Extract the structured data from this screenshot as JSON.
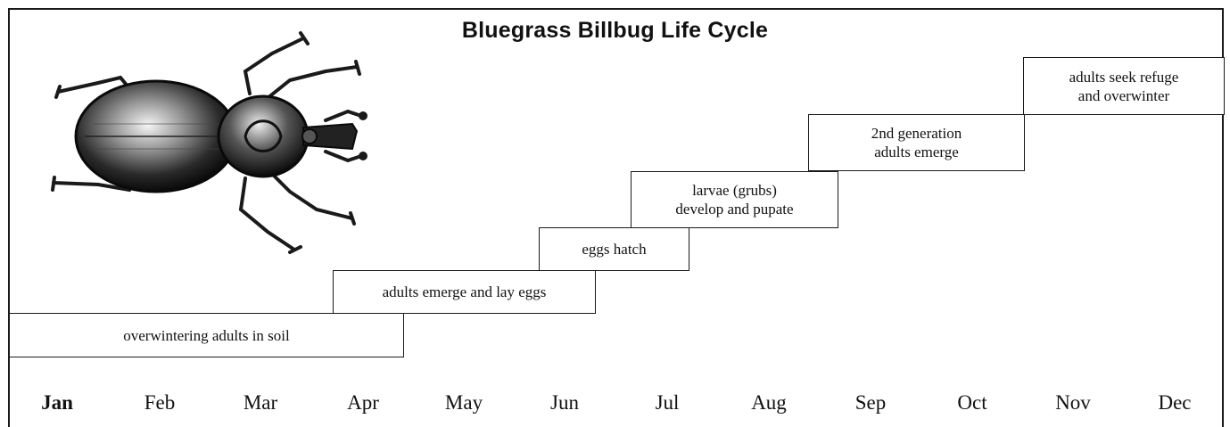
{
  "diagram": {
    "title": "Bluegrass Billbug Life Cycle",
    "stages": [
      {
        "id": "overwintering",
        "line1": "overwintering adults in soil",
        "line2": ""
      },
      {
        "id": "emerge-lay",
        "line1": "adults emerge and lay eggs",
        "line2": ""
      },
      {
        "id": "eggs-hatch",
        "line1": "eggs hatch",
        "line2": ""
      },
      {
        "id": "larvae",
        "line1": "larvae (grubs)",
        "line2": "develop and pupate"
      },
      {
        "id": "second-gen",
        "line1": "2nd generation",
        "line2": "adults emerge"
      },
      {
        "id": "refuge",
        "line1": "adults seek refuge",
        "line2": "and overwinter"
      }
    ],
    "months": [
      "Jan",
      "Feb",
      "Mar",
      "Apr",
      "May",
      "Jun",
      "Jul",
      "Aug",
      "Sep",
      "Oct",
      "Nov",
      "Dec"
    ],
    "illustration": "billbug-beetle-icon"
  }
}
